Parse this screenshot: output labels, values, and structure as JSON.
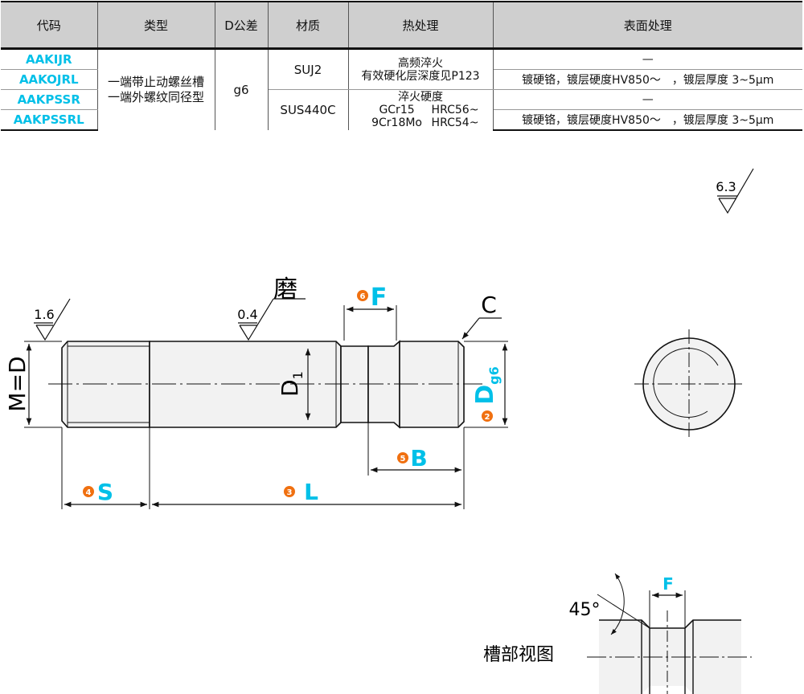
{
  "table": {
    "headers": [
      "代码",
      "类型",
      "D公差",
      "材质",
      "热处理",
      "表面处理"
    ],
    "codes": [
      "AAKIJR",
      "AAKOJRL",
      "AAKPSSR",
      "AAKPSSRL"
    ],
    "type_lines": [
      "一端带止动螺丝槽",
      "一端外螺纹同径型"
    ],
    "tolerance": "g6",
    "materials": [
      "SUJ2",
      "SUS440C"
    ],
    "heat_suj2": [
      "高频淬火",
      "有效硬化层深度见P123"
    ],
    "heat_sus_title": "淬火硬度",
    "heat_sus_rows": [
      {
        "grade": "GCr15",
        "hrc": "HRC56~"
      },
      {
        "grade": "9Cr18Mo",
        "hrc": "HRC54~"
      }
    ],
    "surface": [
      "—",
      "镀硬铬，镀层硬度HV850～　，镀层厚度 3~5μm",
      "—",
      "镀硬铬，镀层硬度HV850～　，镀层厚度 3~5μm"
    ]
  },
  "drawing": {
    "roughness_general": "6.3",
    "roughness_thread": "1.6",
    "roughness_ground": "0.4",
    "grind_label": "磨",
    "chamfer_label": "C",
    "dim_m": "M=D",
    "dim_d1_main": "D",
    "dim_d1_sub": "1",
    "dim_d_main": "D",
    "dim_d_sub": "g6",
    "dim_f": "F",
    "dim_b": "B",
    "dim_s": "S",
    "dim_l": "L",
    "badge_d": "2",
    "badge_l": "3",
    "badge_s": "4",
    "badge_b": "5",
    "badge_f": "6",
    "angle_label": "45°",
    "groove_title": "槽部视图",
    "groove_f": "F"
  },
  "colors": {
    "accent_cyan": "#00c0e8",
    "badge_orange": "#f07010",
    "header_gray": "#cfcfcf",
    "part_fill": "#f2f2f2"
  }
}
